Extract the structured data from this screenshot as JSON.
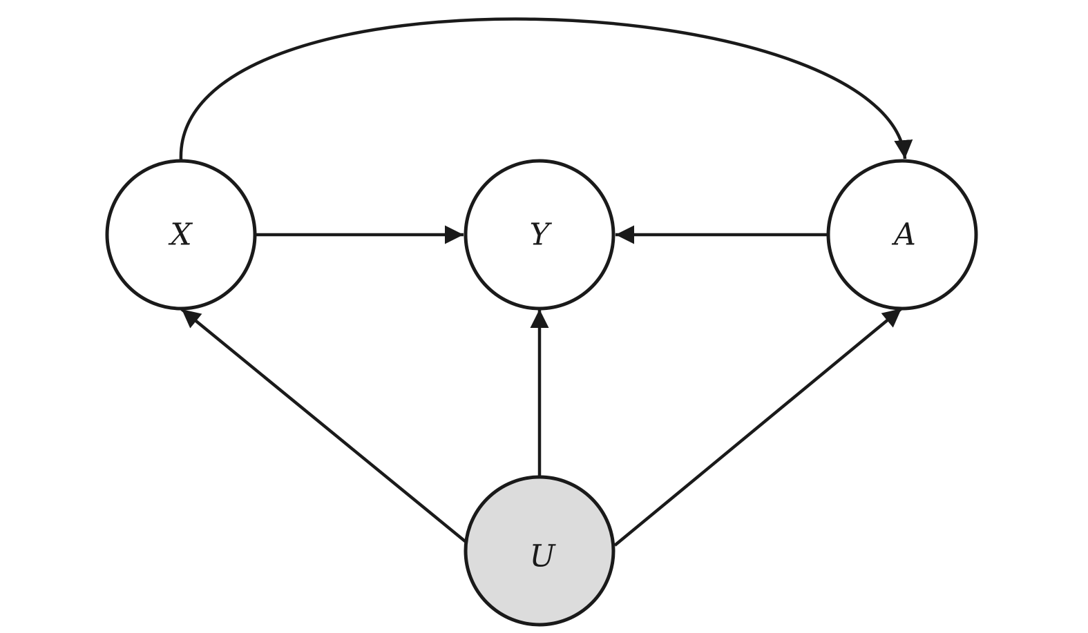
{
  "diagram": {
    "nodes": {
      "x": {
        "label": "X",
        "fill": "#ffffff",
        "observed": true
      },
      "y": {
        "label": "Y",
        "fill": "#ffffff",
        "observed": true
      },
      "a": {
        "label": "A",
        "fill": "#ffffff",
        "observed": true
      },
      "u": {
        "label": "U",
        "fill": "#dcdcdc",
        "observed": false
      }
    },
    "edges": [
      {
        "from": "X",
        "to": "Y"
      },
      {
        "from": "A",
        "to": "Y"
      },
      {
        "from": "X",
        "to": "A"
      },
      {
        "from": "U",
        "to": "X"
      },
      {
        "from": "U",
        "to": "Y"
      },
      {
        "from": "U",
        "to": "A"
      }
    ],
    "colors": {
      "stroke": "#1a1a1a",
      "observed_fill": "#ffffff",
      "latent_fill": "#dcdcdc"
    }
  }
}
